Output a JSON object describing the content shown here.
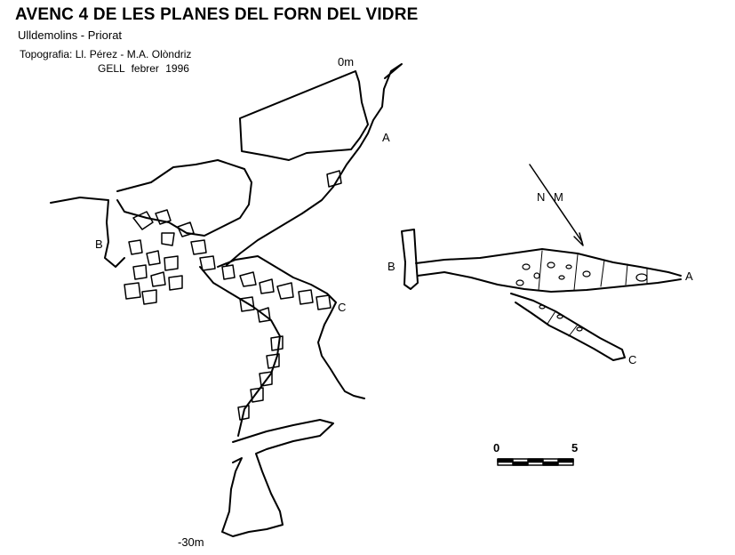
{
  "header": {
    "title": "AVENC 4 DE LES PLANES DEL FORN DEL VIDRE",
    "location": "Ulldemolins - Priorat",
    "credits": "Topografia:  Ll. Pérez - M.A. Olòndriz",
    "group": "GELL  febrer   1996"
  },
  "section": {
    "top_depth": "0m",
    "bottom_depth": "-30m",
    "point_a": "A",
    "point_b": "B",
    "point_c": "C"
  },
  "plan": {
    "point_a": "A",
    "point_b": "B",
    "point_c": "C",
    "north_label": "N  M"
  },
  "scale": {
    "start": "0",
    "end": "5"
  }
}
